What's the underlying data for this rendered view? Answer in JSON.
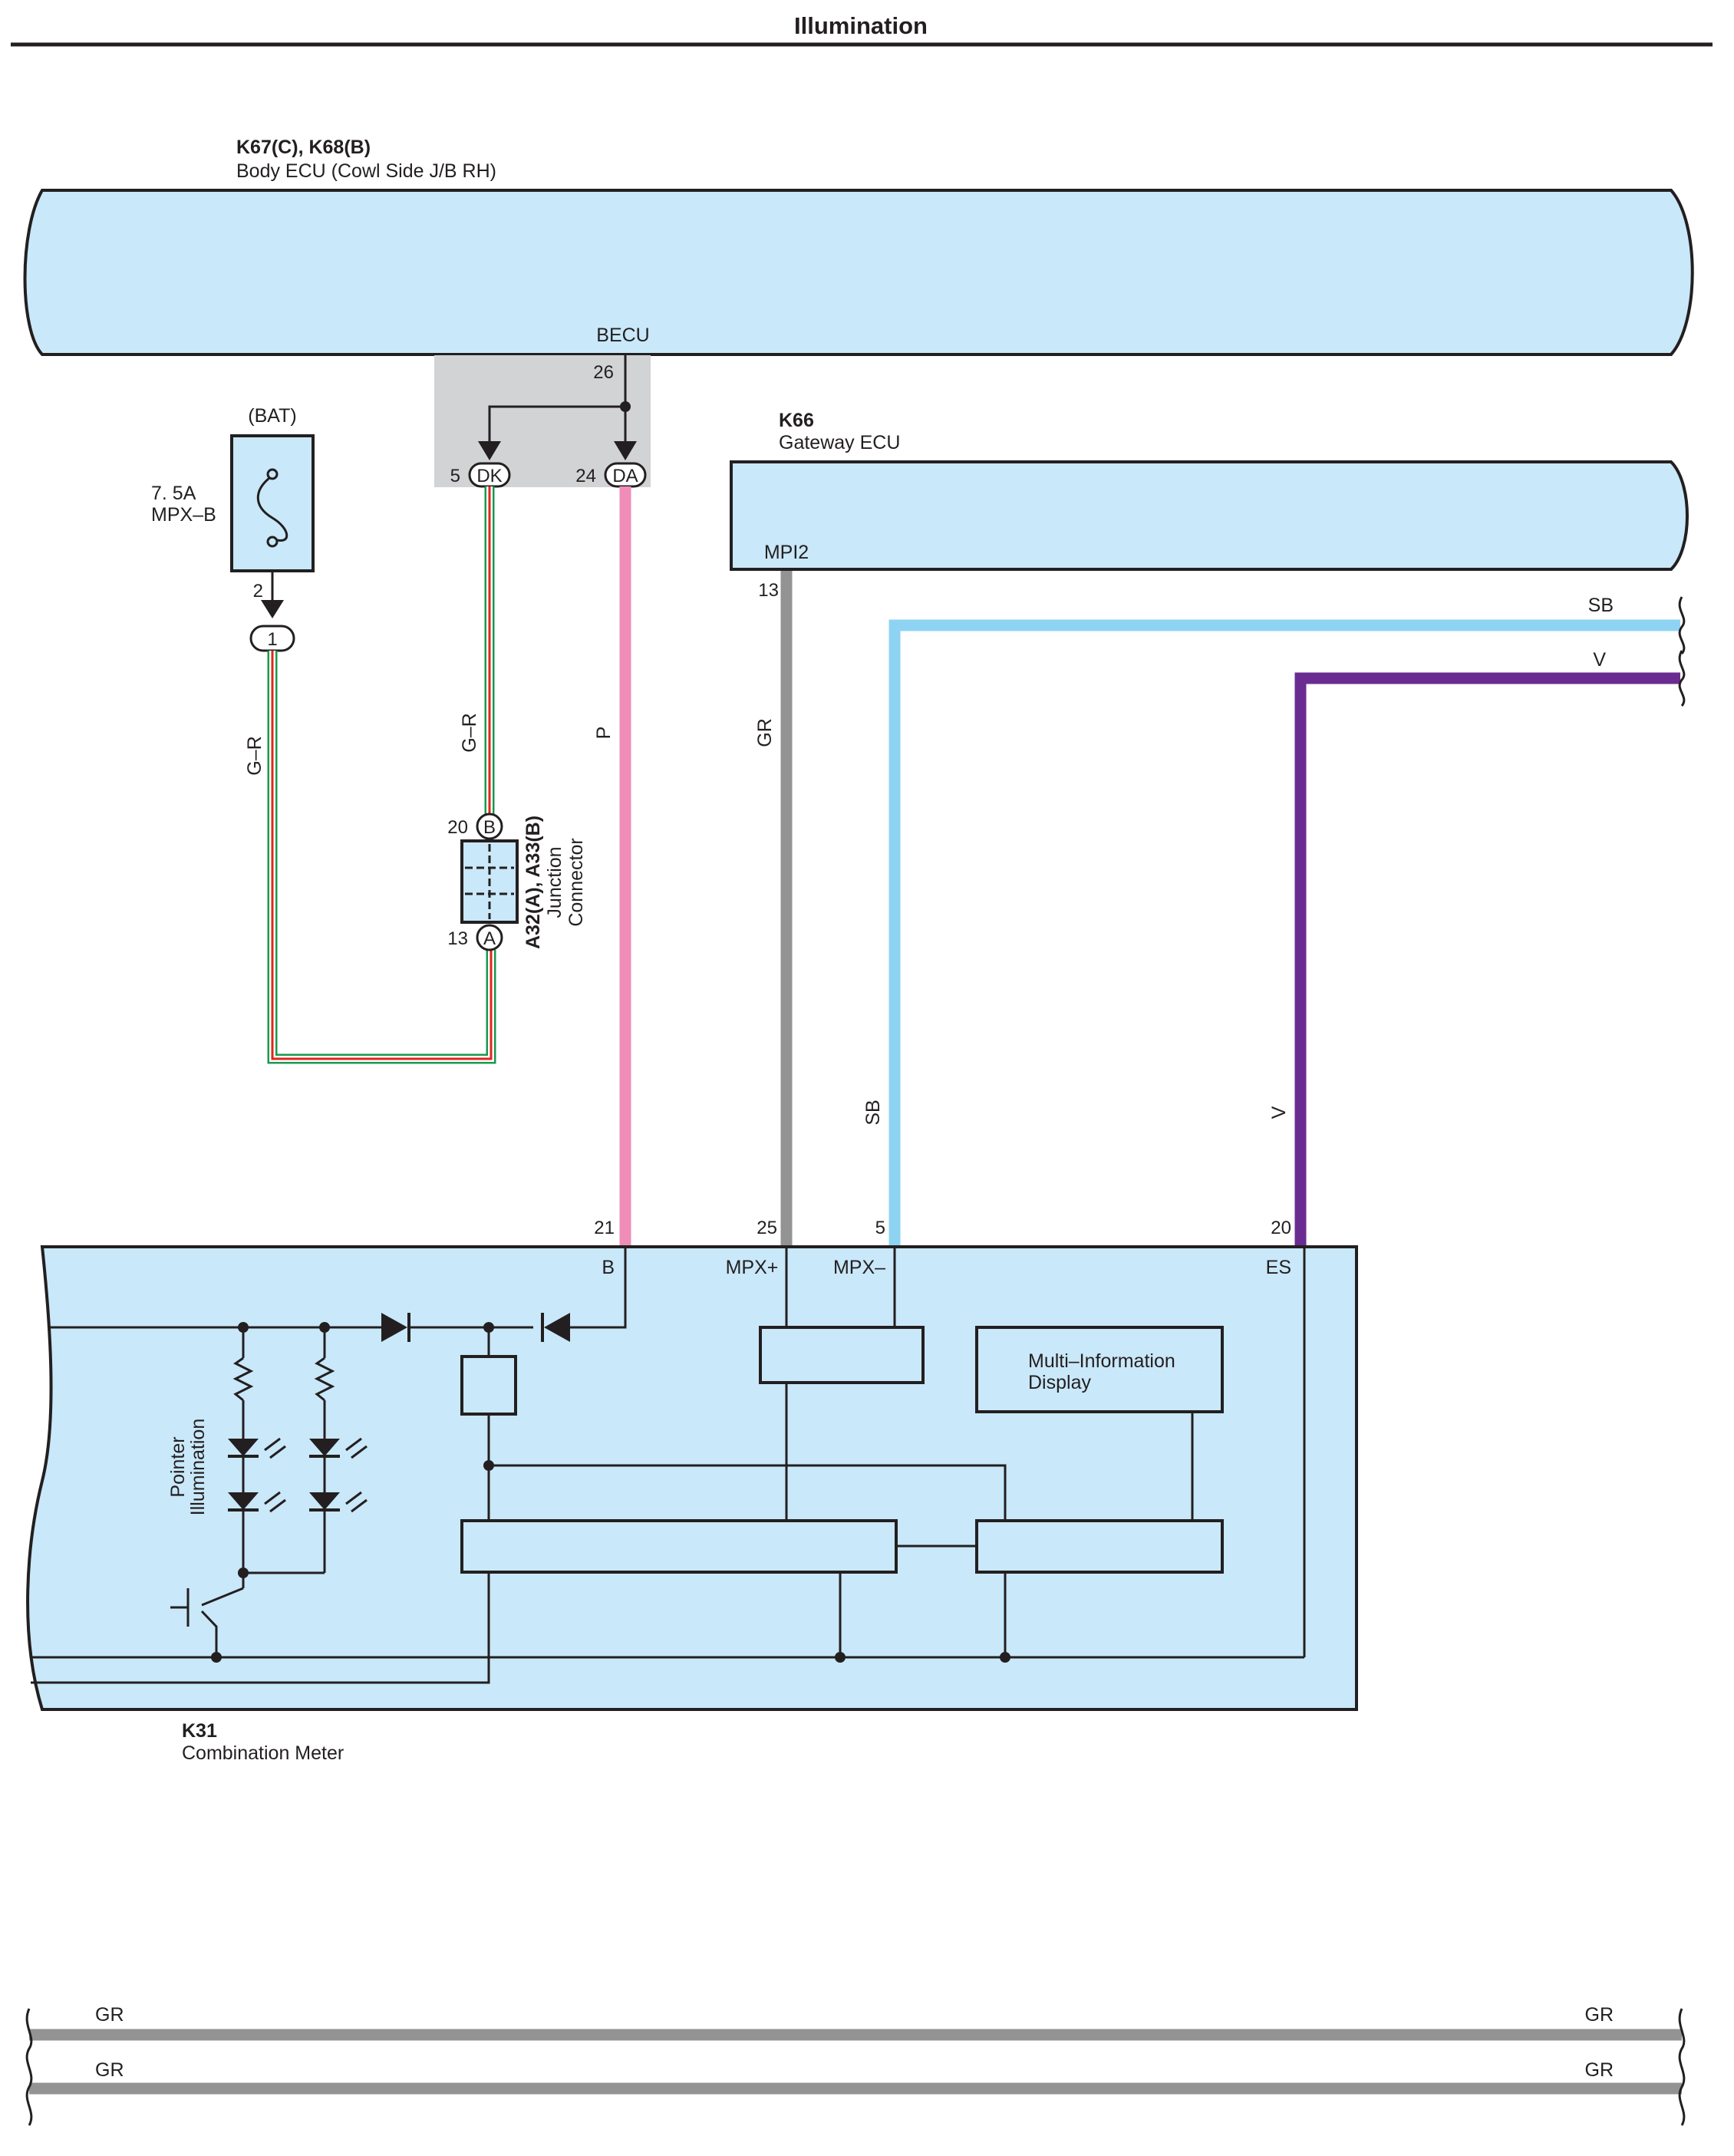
{
  "page": {
    "title": "Illumination"
  },
  "components": {
    "body_ecu": {
      "code": "K67(C), K68(B)",
      "name": "Body ECU (Cowl Side J/B RH)",
      "terminal": "BECU"
    },
    "gateway_ecu": {
      "code": "K66",
      "name": "Gateway ECU",
      "terminal": "MPI2"
    },
    "fuse": {
      "source": "(BAT)",
      "rating": "7. 5A",
      "name": "MPX–B"
    },
    "junction": {
      "code": "A32(A), A33(B)",
      "line1": "Junction",
      "line2": "Connector"
    },
    "meter": {
      "code": "K31",
      "name": "Combination Meter",
      "mid_line1": "Multi–Information",
      "mid_line2": "Display",
      "pointer_line1": "Pointer",
      "pointer_line2": "Illumination"
    }
  },
  "connectors": {
    "becu_pin": "26",
    "dk_pin": "5",
    "dk": "DK",
    "da_pin": "24",
    "da": "DA",
    "fuse_pin": "2",
    "fuse_conn": "1",
    "jb_pin": "20",
    "jb": "B",
    "ja_pin": "13",
    "ja": "A",
    "gw_pin": "13",
    "meter_b_pin": "21",
    "meter_b": "B",
    "meter_mpxp_pin": "25",
    "meter_mpxp": "MPX+",
    "meter_mpxm_pin": "5",
    "meter_mpxm": "MPX–",
    "meter_es_pin": "20",
    "meter_es": "ES"
  },
  "wires": {
    "gr_fuse": "G–R",
    "gr_dk": "G–R",
    "pink": "P",
    "grey": "GR",
    "sb": "SB",
    "v": "V",
    "sb_right": "SB",
    "v_right": "V",
    "bottom1_left": "GR",
    "bottom1_right": "GR",
    "bottom2_left": "GR",
    "bottom2_right": "GR"
  },
  "colors": {
    "ecu_fill": "#c9e8f9",
    "pink": "#f08cb8",
    "grey": "#939393",
    "sb": "#8fd3f3",
    "violet": "#6b2c91",
    "green": "#1a9850",
    "red": "#e0261b",
    "shade": "#d1d3d4"
  }
}
